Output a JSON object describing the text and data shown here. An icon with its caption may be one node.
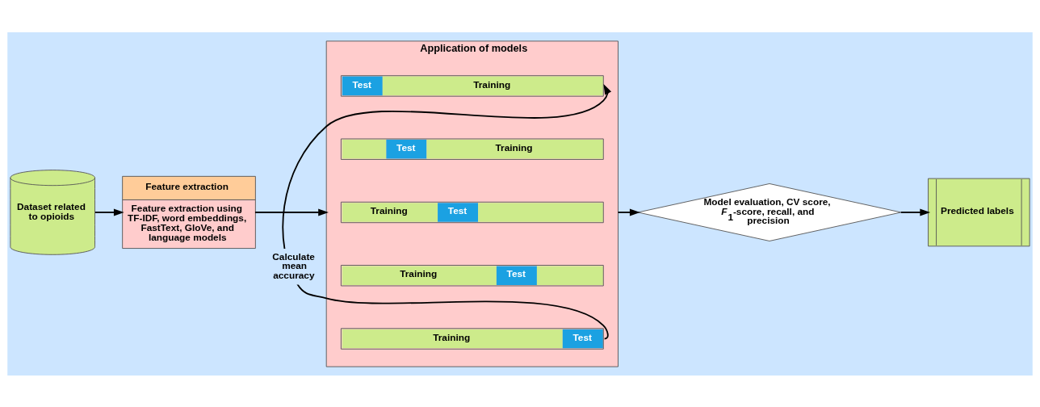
{
  "diagram": {
    "nodes": [
      {
        "text": [
          "Dataset related to opioids"
        ]
      },
      {
        "text": [
          "Feature extraction",
          "Feature extraction using TF-IDF, word embeddings, FastText, GloVe, and language models"
        ]
      },
      {
        "text": [
          "Application of models"
        ]
      },
      {
        "text": [
          "Test",
          "Training"
        ],
        "in": 2
      },
      {
        "text": [
          "Test",
          "Training"
        ],
        "in": 2
      },
      {
        "text": [
          "Training",
          "Test"
        ],
        "in": 2
      },
      {
        "text": [
          "Training",
          "Test"
        ],
        "in": 2
      },
      {
        "text": [
          "Training",
          "Test"
        ],
        "in": 2
      },
      {
        "text": [
          "Model evaluation, CV score, *F*$_{1}$-score, recall, and precision"
        ]
      },
      {
        "text": [
          "Predicted labels"
        ]
      }
    ],
    "edges": [
      {
        "from": 0,
        "to": 1,
        "arrow": "to"
      },
      {
        "from": 1,
        "to": 2,
        "arrow": "to"
      },
      {
        "from": 2,
        "to": 8,
        "arrow": "to"
      },
      {
        "from": 8,
        "to": 9,
        "arrow": "to"
      },
      {
        "from": 7,
        "to": 3,
        "arrow": "to",
        "label": "Calculate mean accuracy"
      }
    ]
  }
}
